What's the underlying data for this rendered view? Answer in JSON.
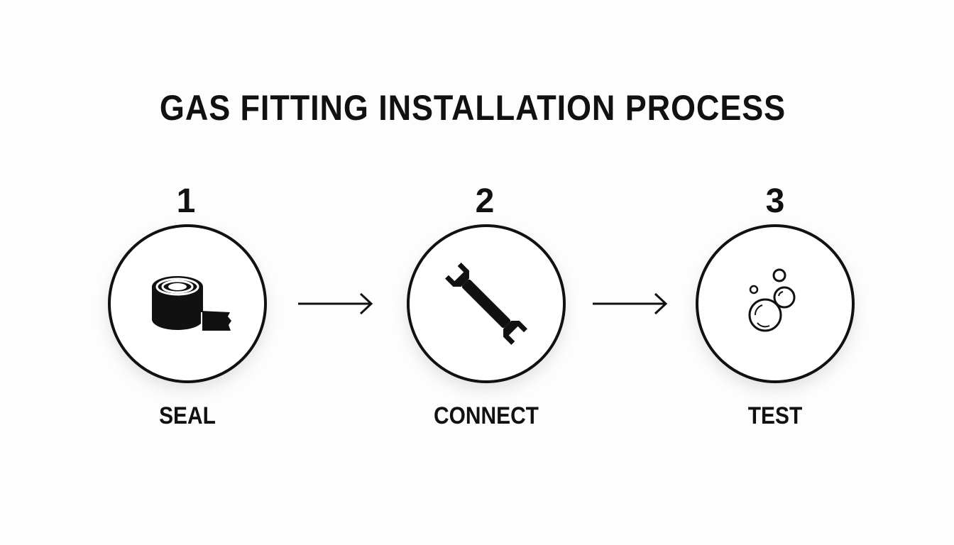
{
  "title": "GAS FITTING INSTALLATION PROCESS",
  "steps": [
    {
      "number": "1",
      "label": "SEAL",
      "icon": "tape-roll-icon"
    },
    {
      "number": "2",
      "label": "CONNECT",
      "icon": "wrench-icon"
    },
    {
      "number": "3",
      "label": "TEST",
      "icon": "bubbles-icon"
    }
  ],
  "colors": {
    "ink": "#111111",
    "background": "#fdfdfd",
    "circle_fill": "#ffffff"
  }
}
